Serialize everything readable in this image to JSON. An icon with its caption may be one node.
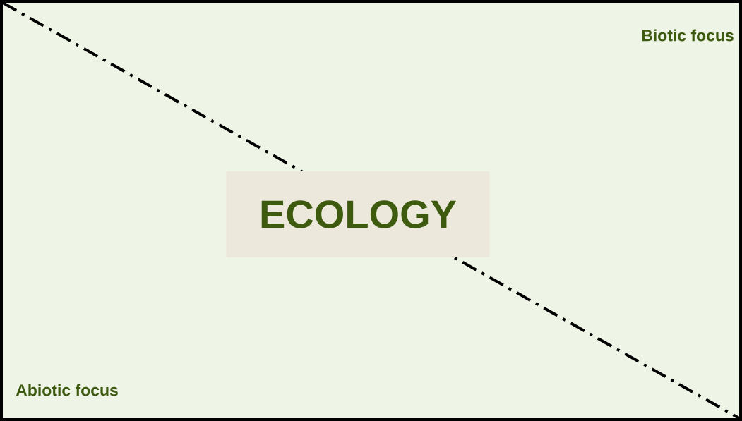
{
  "diagram": {
    "nodes": [
      {
        "text": [
          "ECOLOGY"
        ]
      }
    ],
    "labels": [
      "Biotic focus",
      "Abiotic focus"
    ]
  }
}
